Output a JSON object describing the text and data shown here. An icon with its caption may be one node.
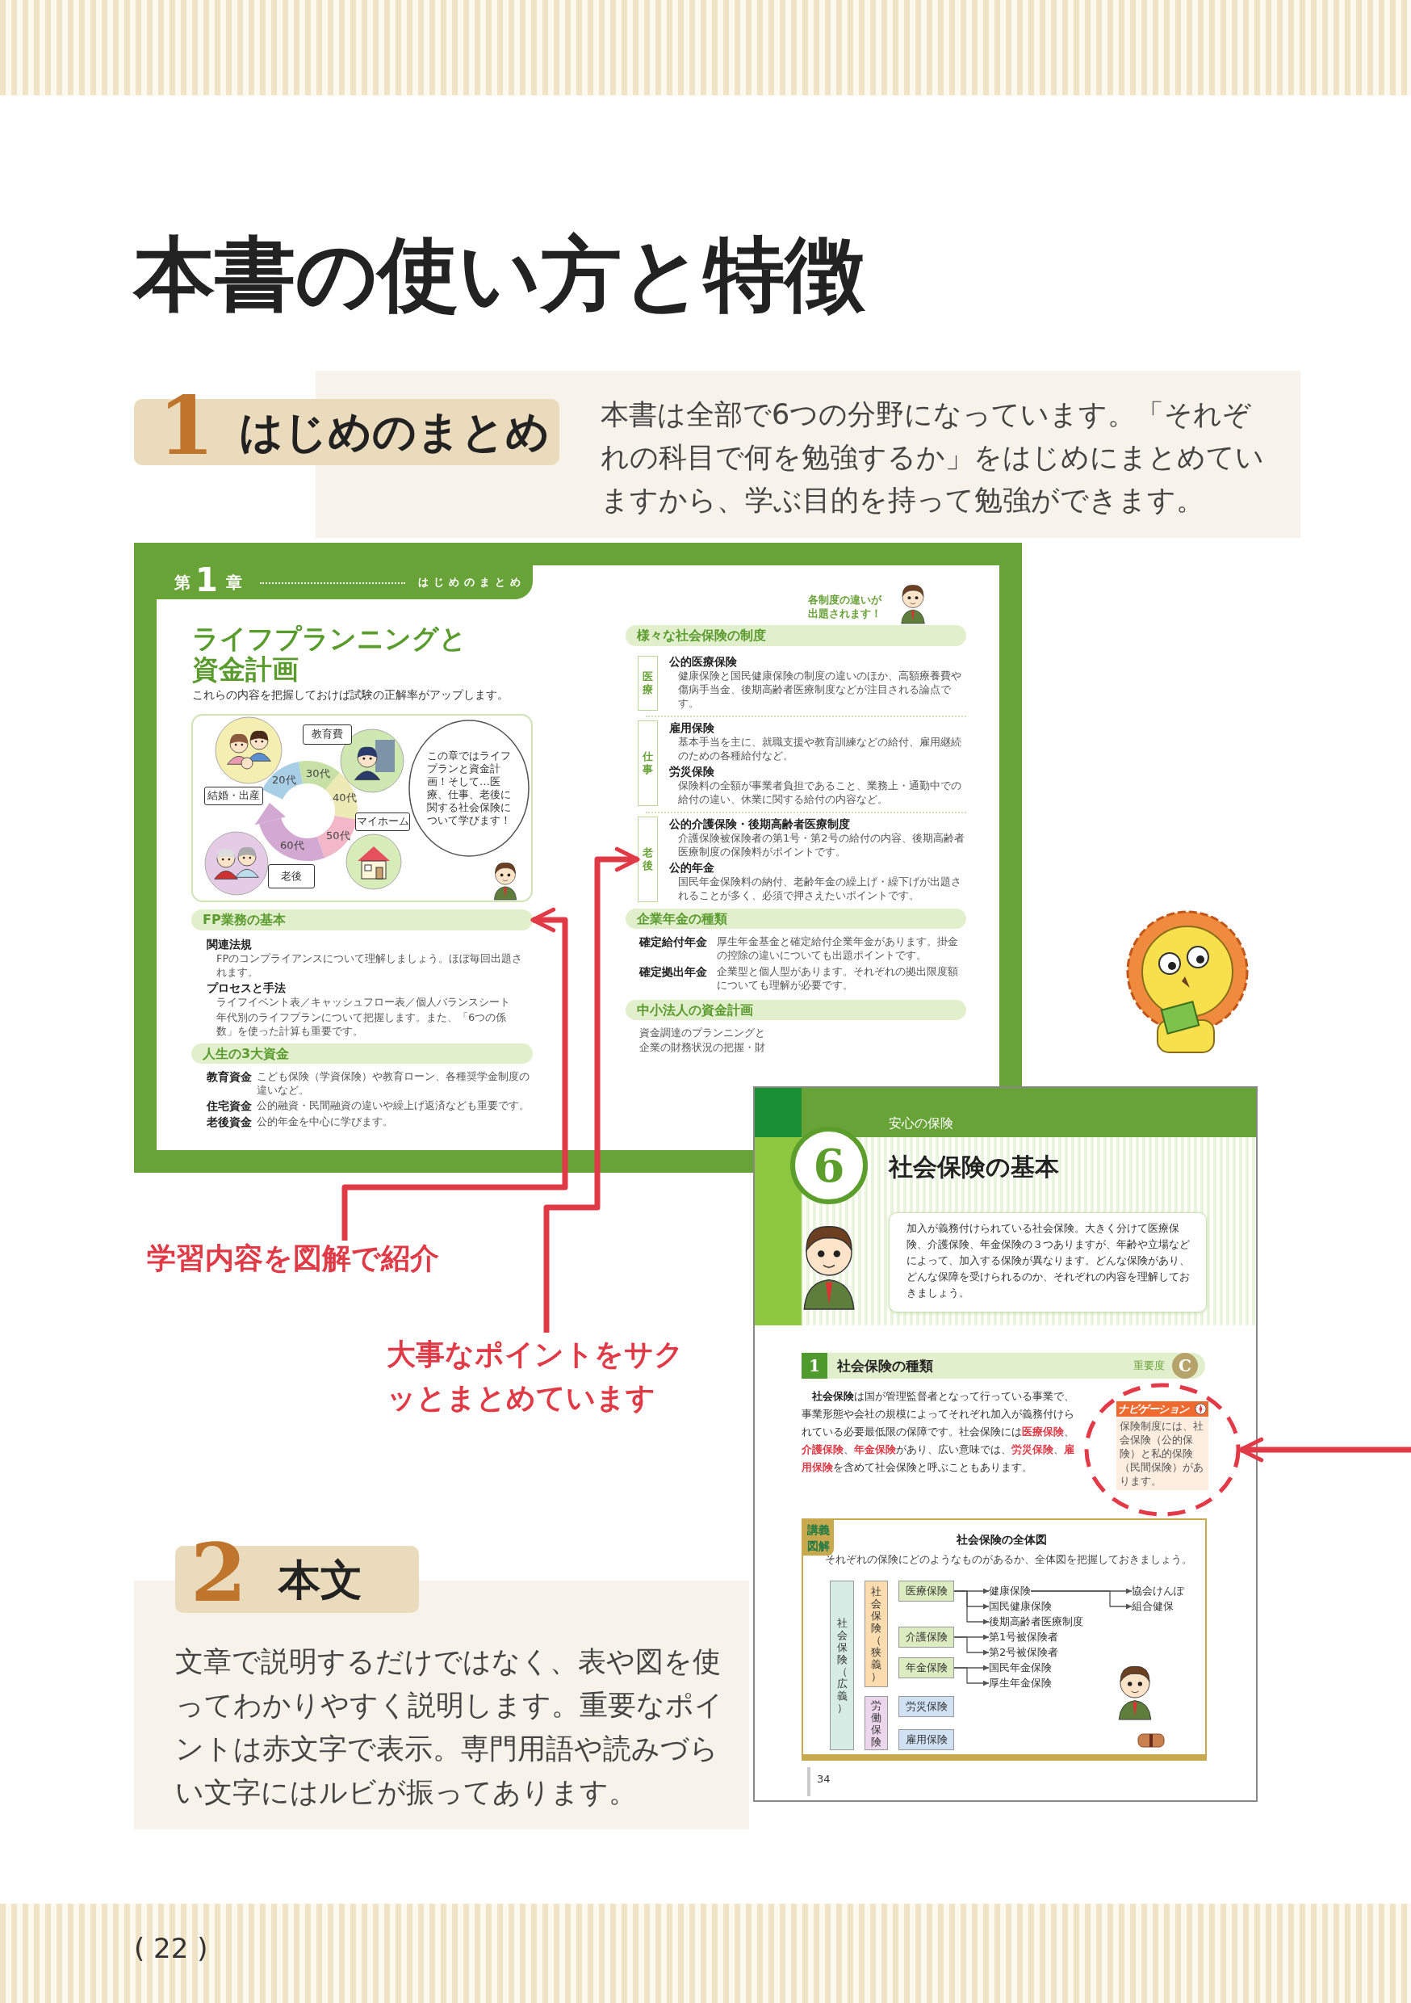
{
  "diagram": {
    "title": "本書の使い方と特徴",
    "nodes": [
      {
        "text": [
          "1",
          "はじめのまとめ"
        ]
      },
      {
        "text": [
          "本書は全部で6つの分野になっています。「それぞれの科目で何を勉強するか」をはじめにまとめていますから、学ぶ目的を持って勉強ができます。"
        ]
      },
      {
        "text": [
          "第",
          "1",
          "章",
          "はじめのまとめ",
          "ライフプランニングと資金計画",
          "これらの内容を把握しておけば試験の正解率がアップします。",
          "各制度の違いが出題されます！"
        ]
      },
      {
        "text": [
          "20代",
          "30代",
          "40代",
          "50代",
          "60代"
        ],
        "in": 2
      },
      {
        "text": [
          "教育費"
        ],
        "in": 3
      },
      {
        "text": [
          "結婚・出産"
        ],
        "in": 3
      },
      {
        "text": [
          "マイホーム"
        ],
        "in": 3
      },
      {
        "text": [
          "老後"
        ],
        "in": 3
      },
      {
        "text": [
          "この章ではライフプランと資金計画！そして…医療、仕事、老後に関する社会保険について学びます！"
        ],
        "in": 3
      },
      {
        "text": [
          "FP業務の基本"
        ],
        "in": 2,
        "beside": [
          "関連法規",
          "FPのコンプライアンスについて理解しましょう。ほぼ毎回出題されます。",
          "プロセスと手法",
          "ライフイベント表／キャッシュフロー表／個人バランスシート",
          "年代別のライフプランについて把握します。また、「6つの係数」を使った計算も重要です。"
        ]
      },
      {
        "text": [
          "人生の3大資金"
        ],
        "in": 2,
        "beside": [
          "教育資金",
          "こども保険（学資保険）や教育ローン、各種奨学金制度の違いなど。",
          "住宅資金",
          "公的融資・民間融資の違いや繰上げ返済なども重要です。",
          "老後資金",
          "公的年金を中心に学びます。"
        ]
      },
      {
        "text": [
          "様々な社会保険の制度"
        ],
        "in": 2
      },
      {
        "text": [
          "医療"
        ],
        "in": 2,
        "beside": [
          "公的医療保険",
          "健康保険と国民健康保険の制度の違いのほか、高額療養費や傷病手当金、後期高齢者医療制度などが注目される論点です。"
        ]
      },
      {
        "text": [
          "仕事"
        ],
        "in": 2,
        "beside": [
          "雇用保険",
          "基本手当を主に、就職支援や教育訓練などの給付、雇用継続のための各種給付など。",
          "労災保険",
          "保険料の全額が事業者負担であること、業務上・通勤中での給付の違い、休業に関する給付の内容など。"
        ]
      },
      {
        "text": [
          "老後"
        ],
        "in": 2,
        "beside": [
          "公的介護保険・後期高齢者医療制度",
          "介護保険被保険者の第1号・第2号の給付の内容、後期高齢者医療制度の保険料がポイントです。",
          "公的年金",
          "国民年金保険料の納付、老齢年金の繰上げ・繰下げが出題されることが多く、必須で押さえたいポイントです。"
        ]
      },
      {
        "text": [
          "企業年金の種類"
        ],
        "in": 2,
        "beside": [
          "確定給付年金",
          "厚生年金基金と確定給付企業年金があります。掛金の控除の違いについても出題ポイントです。",
          "確定拠出年金",
          "企業型と個人型があります。それぞれの拠出限度額についても理解が必要です。"
        ]
      },
      {
        "text": [
          "中小法人の資金計画"
        ],
        "in": 2,
        "beside": [
          "資金調達のプランニングと",
          "企業の財務状況の把握・財"
        ]
      },
      {
        "text": [
          "安心の保険",
          "社会保険の基本",
          "**社会保険**は国が管理監督者となって行っている事業で、事業形態や会社の規模によってそれぞれ加入が義務付けられている必要最低限の保障です。社会保険には**医療保険**、**介護保険**、**年金保険**があり、広い意味では、**労災保険**、**雇用保険**を含めて社会保険と呼ぶこともあります。",
          "34"
        ]
      },
      {
        "text": [
          "6"
        ],
        "in": 17
      },
      {
        "text": [
          "加入が義務付けられている社会保険。大きく分けて医療保険、介護保険、年金保険の３つありますが、年齢や立場などによって、加入する保険が異なります。どんな保険があり、どんな保障を受けられるのか、それぞれの内容を理解しておきましょう。"
        ],
        "in": 17
      },
      {
        "text": [
          "1",
          "社会保険の種類",
          "重要度",
          "C"
        ],
        "in": 17
      },
      {
        "text": [],
        "shape": "circle",
        "in": 17
      },
      {
        "text": [
          "ナビゲーション",
          "保険制度には、社会保険（公的保険）と私的保険（民間保険）があります。"
        ],
        "in": 21
      },
      {
        "text": [
          "講義図解",
          "社会保険の全体図",
          "それぞれの保険にどのようなものがあるか、全体図を把握しておきましょう。"
        ],
        "in": 17
      },
      {
        "text": [
          "社会保険（広義）"
        ],
        "in": 23
      },
      {
        "text": [
          "社会保険（狭義）"
        ],
        "in": 23
      },
      {
        "text": [
          "労働保険"
        ],
        "in": 23
      },
      {
        "text": [
          "医療保険"
        ],
        "in": 23
      },
      {
        "text": [
          "介護保険"
        ],
        "in": 23
      },
      {
        "text": [
          "年金保険"
        ],
        "in": 23
      },
      {
        "text": [
          "労災保険"
        ],
        "in": 23
      },
      {
        "text": [
          "雇用保険"
        ],
        "in": 23
      },
      {
        "text": [
          "健康保険"
        ],
        "in": 23
      },
      {
        "text": [
          "国民健康保険"
        ],
        "in": 23
      },
      {
        "text": [
          "後期高齢者医療制度"
        ],
        "in": 23
      },
      {
        "text": [
          "第1号被保険者"
        ],
        "in": 23
      },
      {
        "text": [
          "第2号被保険者"
        ],
        "in": 23
      },
      {
        "text": [
          "国民年金保険"
        ],
        "in": 23
      },
      {
        "text": [
          "厚生年金保険"
        ],
        "in": 23
      },
      {
        "text": [
          "協会けんぽ"
        ],
        "in": 23
      },
      {
        "text": [
          "組合健保"
        ],
        "in": 23
      },
      {
        "text": [
          "2",
          "本文"
        ]
      },
      {
        "text": [
          "文章で説明するだけではなく、表や図を使ってわかりやすく説明します。重要なポイントは赤文字で表示。専門用語や読みづらい文字にはルビが振ってあります。"
        ]
      },
      {
        "text": [
          "学習内容を図解で紹介"
        ]
      },
      {
        "text": [
          "大事なポイントをサクッとまとめています"
        ]
      }
    ],
    "edges": [
      {
        "from": 43,
        "to": 9,
        "arrow": "to",
        "style": "thick",
        "color": "#e03a46"
      },
      {
        "from": 44,
        "to": 14,
        "arrow": "to",
        "style": "thick",
        "color": "#e03a46"
      },
      {
        "from": null,
        "to": 21,
        "arrow": "to",
        "style": "thick",
        "color": "#e03a46"
      },
      {
        "from": 27,
        "to": 32,
        "arrow": "to"
      },
      {
        "from": 27,
        "to": 33,
        "arrow": "to"
      },
      {
        "from": 27,
        "to": 34,
        "arrow": "to"
      },
      {
        "from": 28,
        "to": 35,
        "arrow": "to"
      },
      {
        "from": 28,
        "to": 36,
        "arrow": "to"
      },
      {
        "from": 29,
        "to": 37,
        "arrow": "to"
      },
      {
        "from": 29,
        "to": 38,
        "arrow": "to"
      },
      {
        "from": 32,
        "to": 39,
        "arrow": "to"
      },
      {
        "from": 32,
        "to": 40,
        "arrow": "to"
      }
    ],
    "labels": [
      "( 22 )"
    ]
  }
}
